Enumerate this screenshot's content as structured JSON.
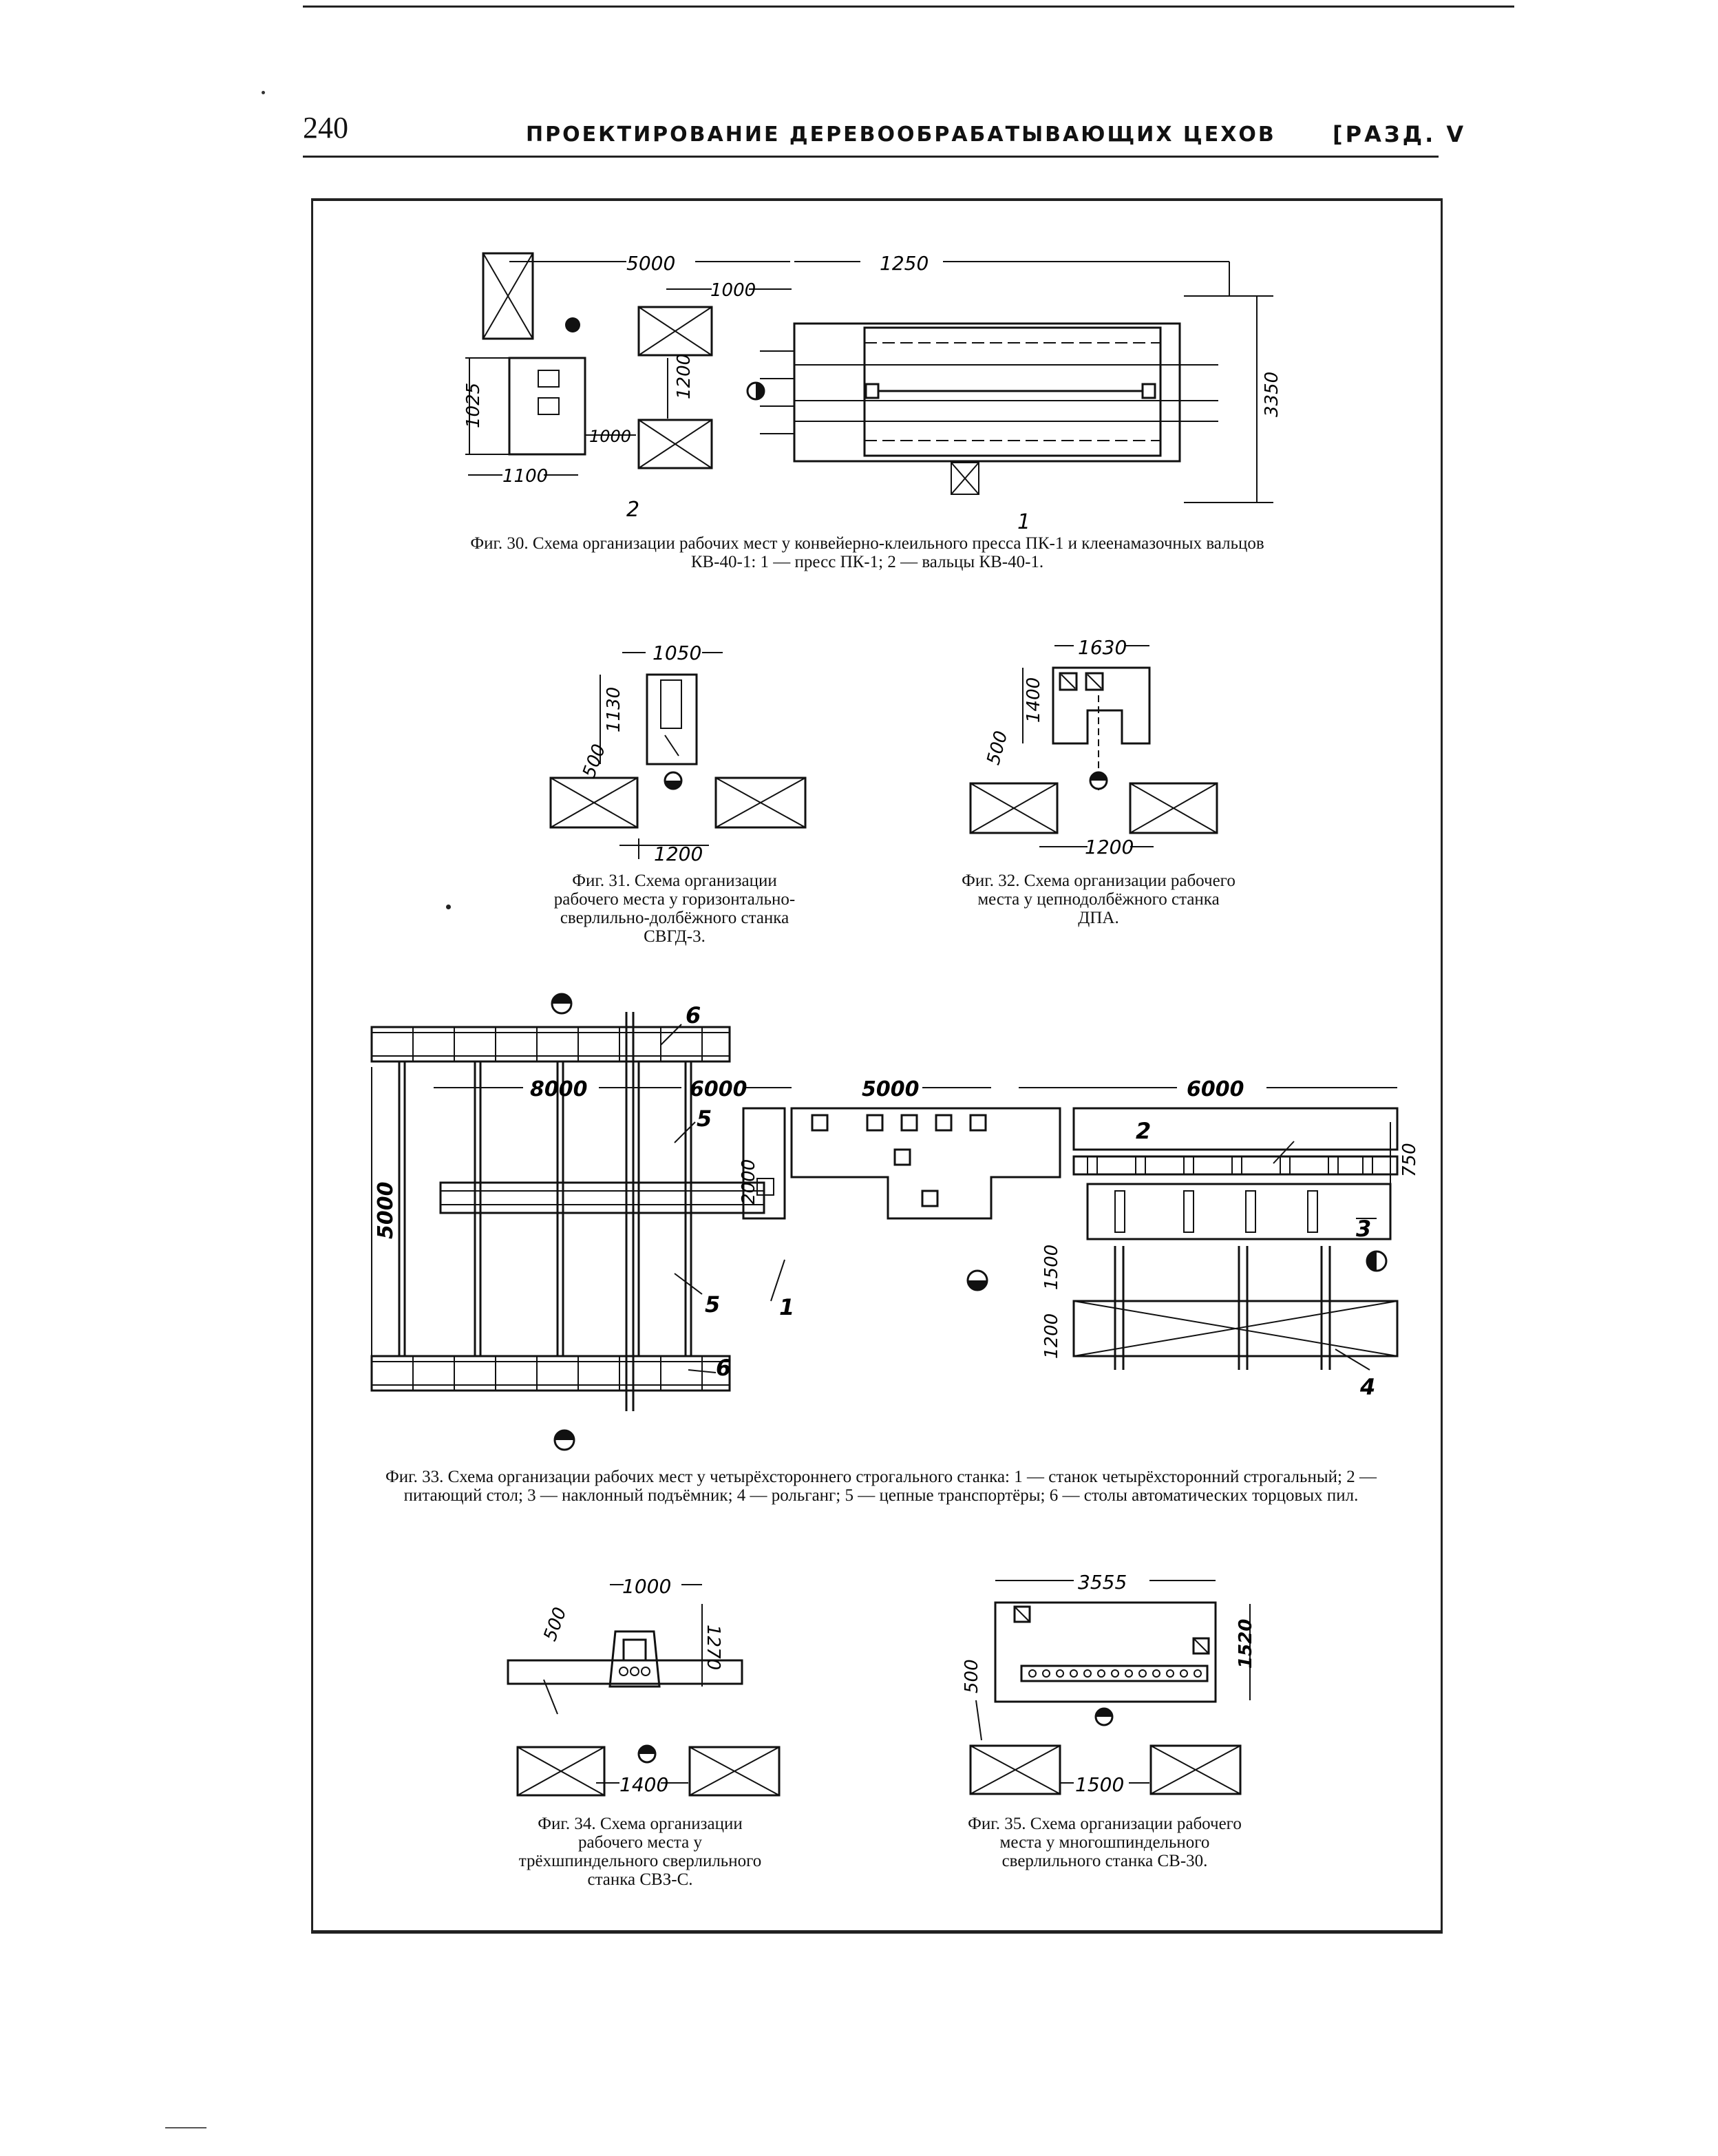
{
  "header": {
    "page_number": "240",
    "title": "ПРОЕКТИРОВАНИЕ ДЕРЕВООБРАБАТЫВАЮЩИХ ЦЕХОВ",
    "section": "[РАЗД. V"
  },
  "figures": {
    "fig30": {
      "dims": [
        "5000",
        "1250",
        "1000",
        "1200",
        "1025",
        "1000",
        "1100",
        "3350"
      ],
      "labels": [
        "2",
        "1"
      ],
      "caption": "Фиг. 30. Схема организации рабочих мест у конвейерно-клеильного пресса ПК-1 и клеенамазочных вальцов КВ-40-1: 1 — пресс ПК-1; 2 — вальцы КВ-40-1."
    },
    "fig31": {
      "dims": [
        "1050",
        "1130",
        "500",
        "1200"
      ],
      "caption": "Фиг. 31. Схема организации рабочего места у горизонтально-сверлильно-долбёжного станка СВГД-3."
    },
    "fig32": {
      "dims": [
        "1630",
        "1400",
        "500",
        "1200"
      ],
      "caption": "Фиг. 32. Схема организации рабочего места у цепнодолбёжного станка ДПА."
    },
    "fig33": {
      "dims": [
        "8000",
        "6000",
        "5000",
        "6000",
        "5000",
        "2000",
        "750",
        "1500",
        "1200"
      ],
      "labels": [
        "6",
        "5",
        "5",
        "6",
        "1",
        "2",
        "3",
        "4"
      ],
      "caption": "Фиг. 33. Схема организации рабочих мест у четырёхстороннего строгального станка: 1 — станок четырёхсторонний строгальный; 2 — питающий стол; 3 — наклонный подъёмник; 4 — рольганг; 5 — цепные транспортёры; 6 — столы автоматических торцовых пил."
    },
    "fig34": {
      "dims": [
        "1000",
        "1270",
        "500",
        "1400"
      ],
      "caption": "Фиг. 34. Схема организации рабочего места у трёхшпиндельного сверлильного станка СВЗ-С."
    },
    "fig35": {
      "dims": [
        "3555",
        "1520",
        "500",
        "1500"
      ],
      "caption": "Фиг. 35. Схема организации рабочего места у многошпиндельного сверлильного станка СВ-30."
    }
  }
}
